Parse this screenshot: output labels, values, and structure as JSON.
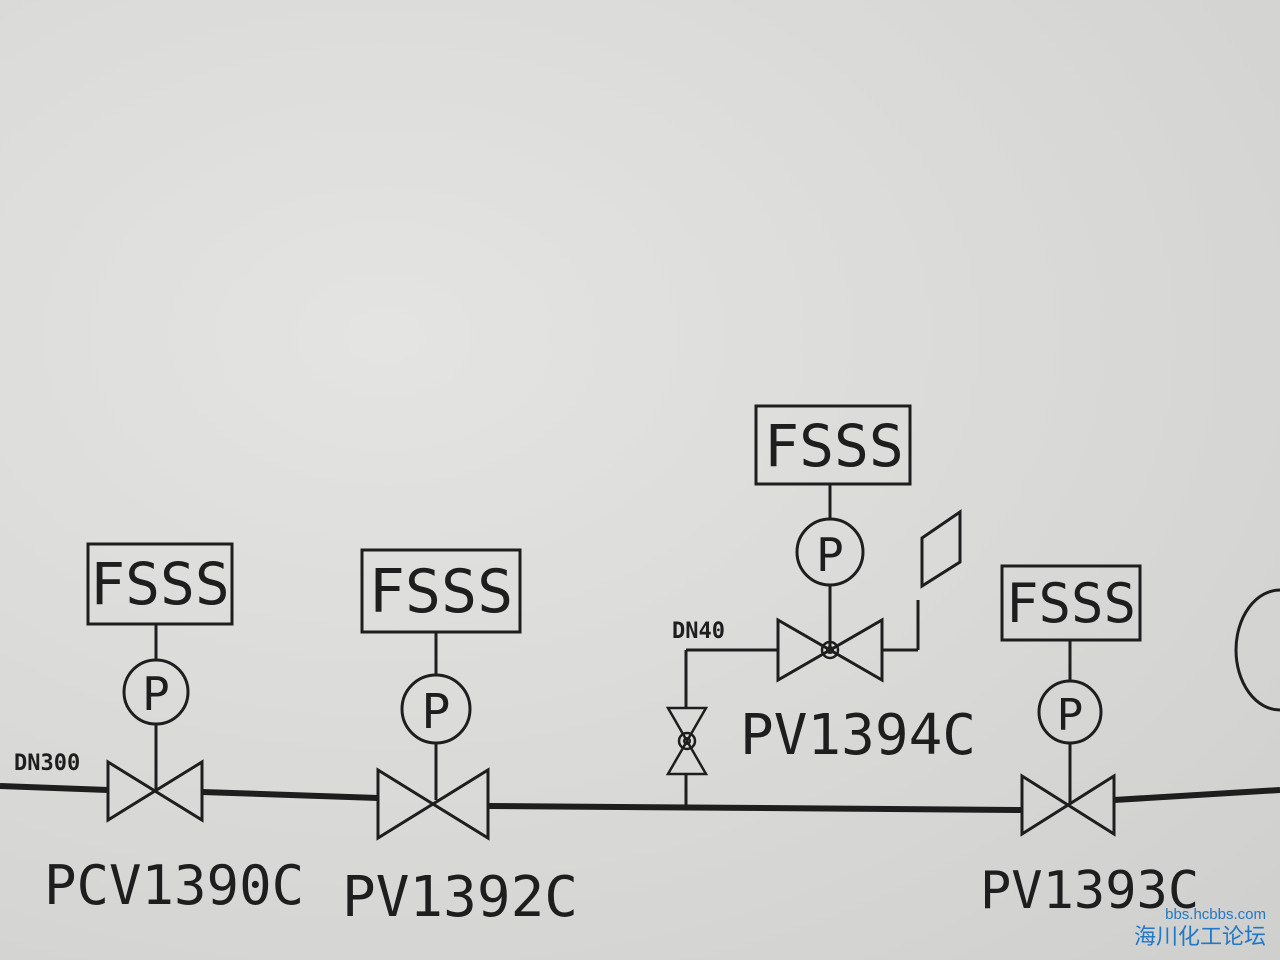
{
  "pipe_labels": {
    "main": "DN300",
    "branch": "DN40"
  },
  "boxes": [
    "FSSS",
    "FSSS",
    "FSSS",
    "FSSS"
  ],
  "instrument_letter": "P",
  "valves": [
    "PCV1390C",
    "PV1392C",
    "PV1394C",
    "PV1393C"
  ],
  "watermark": {
    "url": "bbs.hcbbs.com",
    "name": "海川化工论坛"
  },
  "colors": {
    "line": "#1e1e1e",
    "watermark": "#1f78c8",
    "paper": "#dcdcda"
  }
}
